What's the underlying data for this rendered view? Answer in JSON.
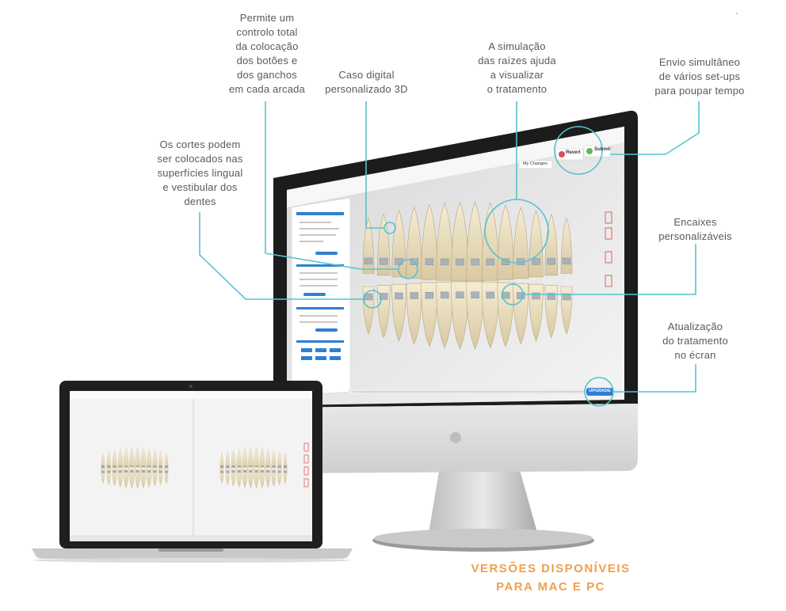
{
  "callouts": {
    "buttons_hooks": "Permite um\ncontrolo total\nda colocação\ndos botões e\ndos ganchos\nem cada arcada",
    "digital_case": "Caso digital\npersonalizado 3D",
    "roots_sim": "A simulação\ndas raízes ajuda\na visualizar\no tratamento",
    "multi_setups": "Envio simultâneo\nde vários set-ups\npara poupar tempo",
    "cuts": "Os cortes podem\nser colocados nas\nsuperfícies lingual\ne vestibular dos\ndentes",
    "attachments": "Encaixes\npersonalizáveis",
    "update": "Atualização\ndo tratamento\nno écran"
  },
  "footer": {
    "line1": "VERSÕES DISPONÍVEIS",
    "line2": "PARA MAC E PC"
  },
  "monitor_ui": {
    "revert_label": "Revert",
    "submit_label": "Submit",
    "my_changes_label": "My Changes",
    "upgrade_label": "UPGRADE"
  },
  "colors": {
    "callout_line": "#55c3cf",
    "footer_text": "#f0a04b",
    "upgrade_button": "#2f7fd0",
    "tooth": "#ece2c6"
  },
  "icons": [
    "revert-icon",
    "submit-icon",
    "apple-logo-icon"
  ]
}
